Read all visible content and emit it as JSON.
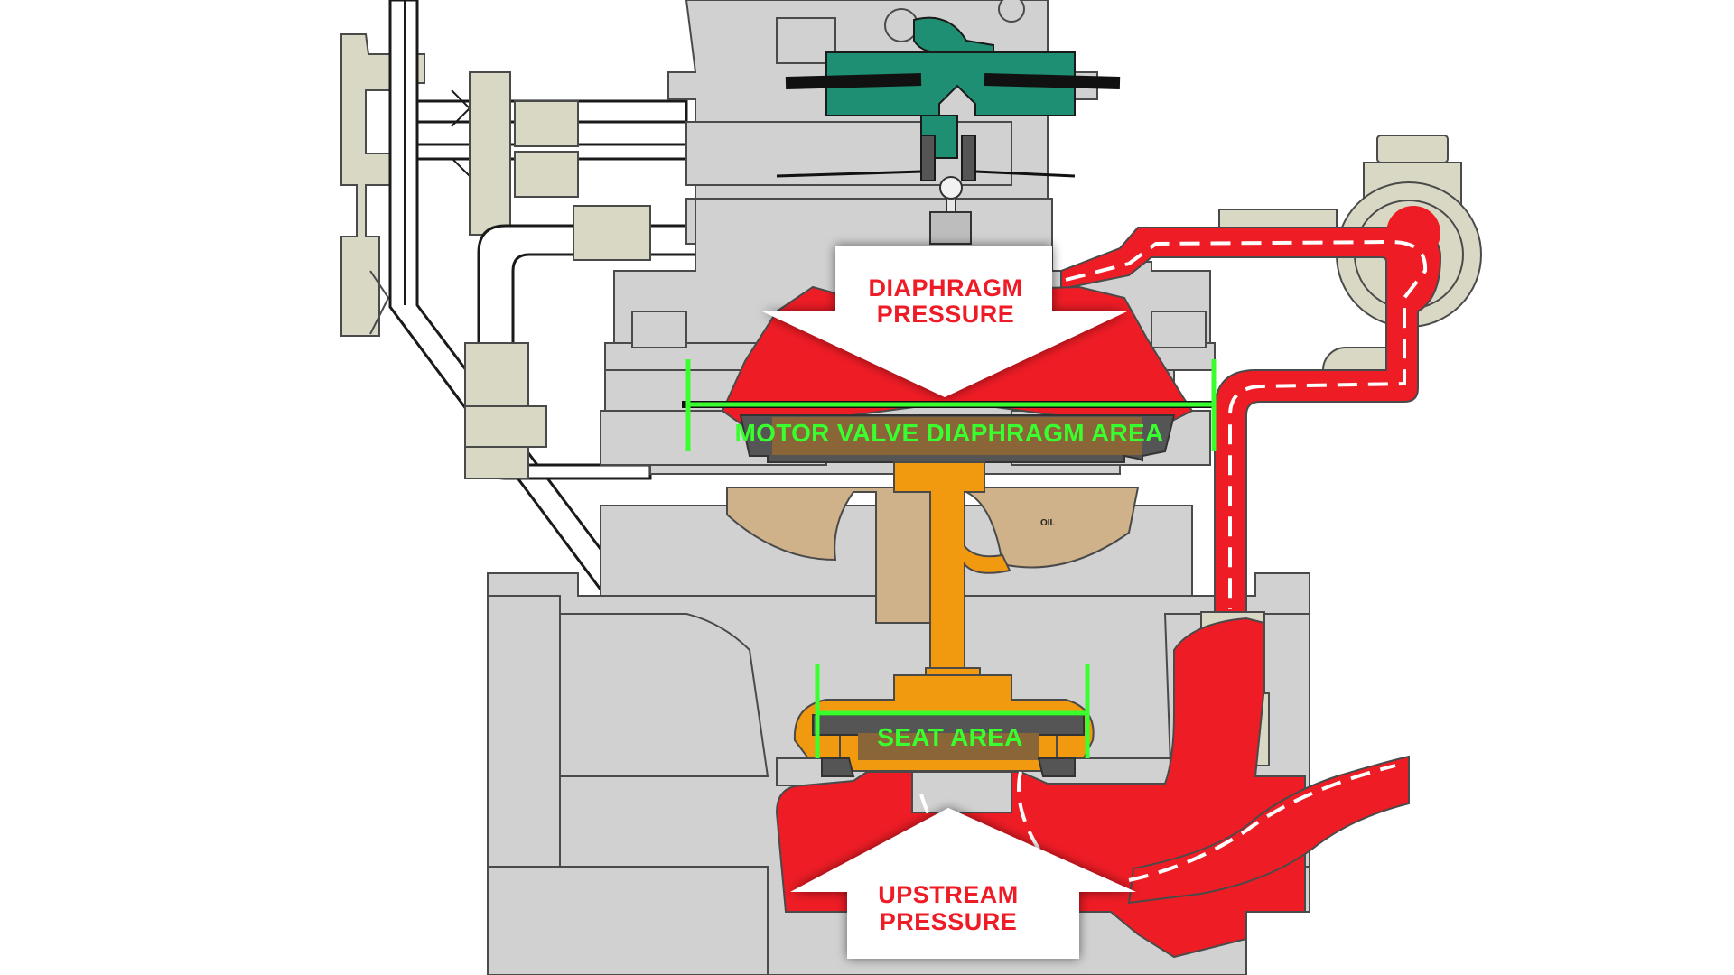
{
  "labels": {
    "diaphragm_pressure": [
      "DIAPHRAGM",
      "PRESSURE"
    ],
    "upstream_pressure": [
      "UPSTREAM",
      "PRESSURE"
    ],
    "motor_valve_diaphragm_area": "MOTOR VALVE DIAPHRAGM AREA",
    "seat_area": "SEAT AREA",
    "oil": "OIL"
  },
  "colors": {
    "body_gray": "#d1d1d1",
    "pressure_red": "#ee1c25",
    "stem_orange": "#f29a0f",
    "oil_tan": "#cfb28a",
    "pilot_green": "#1e8f73",
    "measure_green": "#39ff2e",
    "fitting_khaki": "#d9d8c4",
    "outline": "#4a4a4a"
  }
}
